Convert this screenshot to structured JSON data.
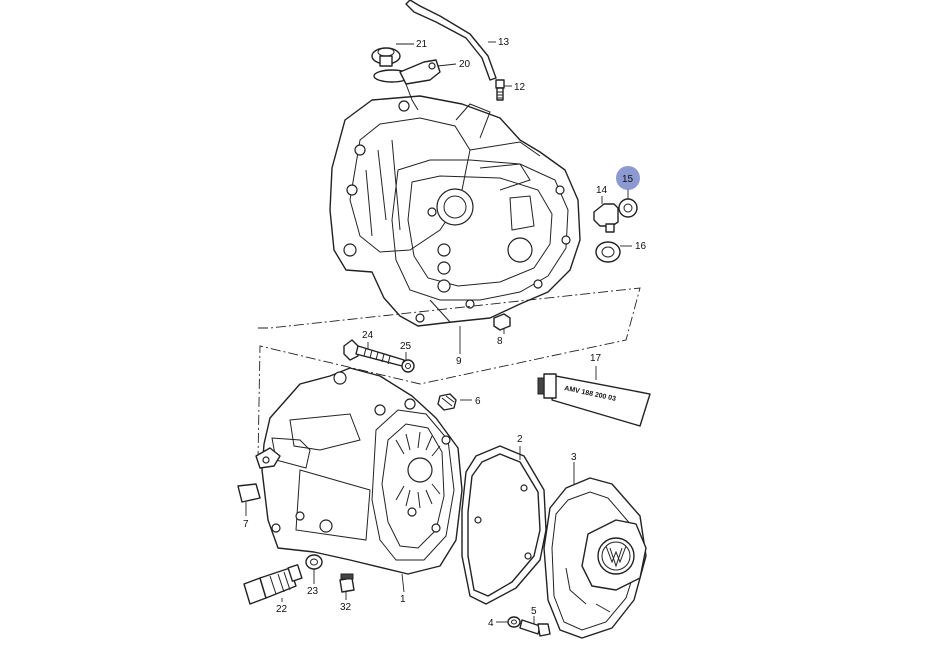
{
  "callouts": [
    {
      "id": "1",
      "label": "1"
    },
    {
      "id": "2",
      "label": "2"
    },
    {
      "id": "3",
      "label": "3"
    },
    {
      "id": "4",
      "label": "4"
    },
    {
      "id": "5",
      "label": "5"
    },
    {
      "id": "6",
      "label": "6"
    },
    {
      "id": "7",
      "label": "7"
    },
    {
      "id": "8",
      "label": "8"
    },
    {
      "id": "9",
      "label": "9"
    },
    {
      "id": "12",
      "label": "12"
    },
    {
      "id": "13",
      "label": "13"
    },
    {
      "id": "14",
      "label": "14"
    },
    {
      "id": "15",
      "label": "15",
      "highlighted": true
    },
    {
      "id": "16",
      "label": "16"
    },
    {
      "id": "17",
      "label": "17"
    },
    {
      "id": "20",
      "label": "20"
    },
    {
      "id": "21",
      "label": "21"
    },
    {
      "id": "22",
      "label": "22"
    },
    {
      "id": "23",
      "label": "23"
    },
    {
      "id": "24",
      "label": "24"
    },
    {
      "id": "25",
      "label": "25"
    },
    {
      "id": "32",
      "label": "32"
    }
  ],
  "tube_label": "AMV 188 200 03",
  "highlight_color": "#7f8fcc"
}
